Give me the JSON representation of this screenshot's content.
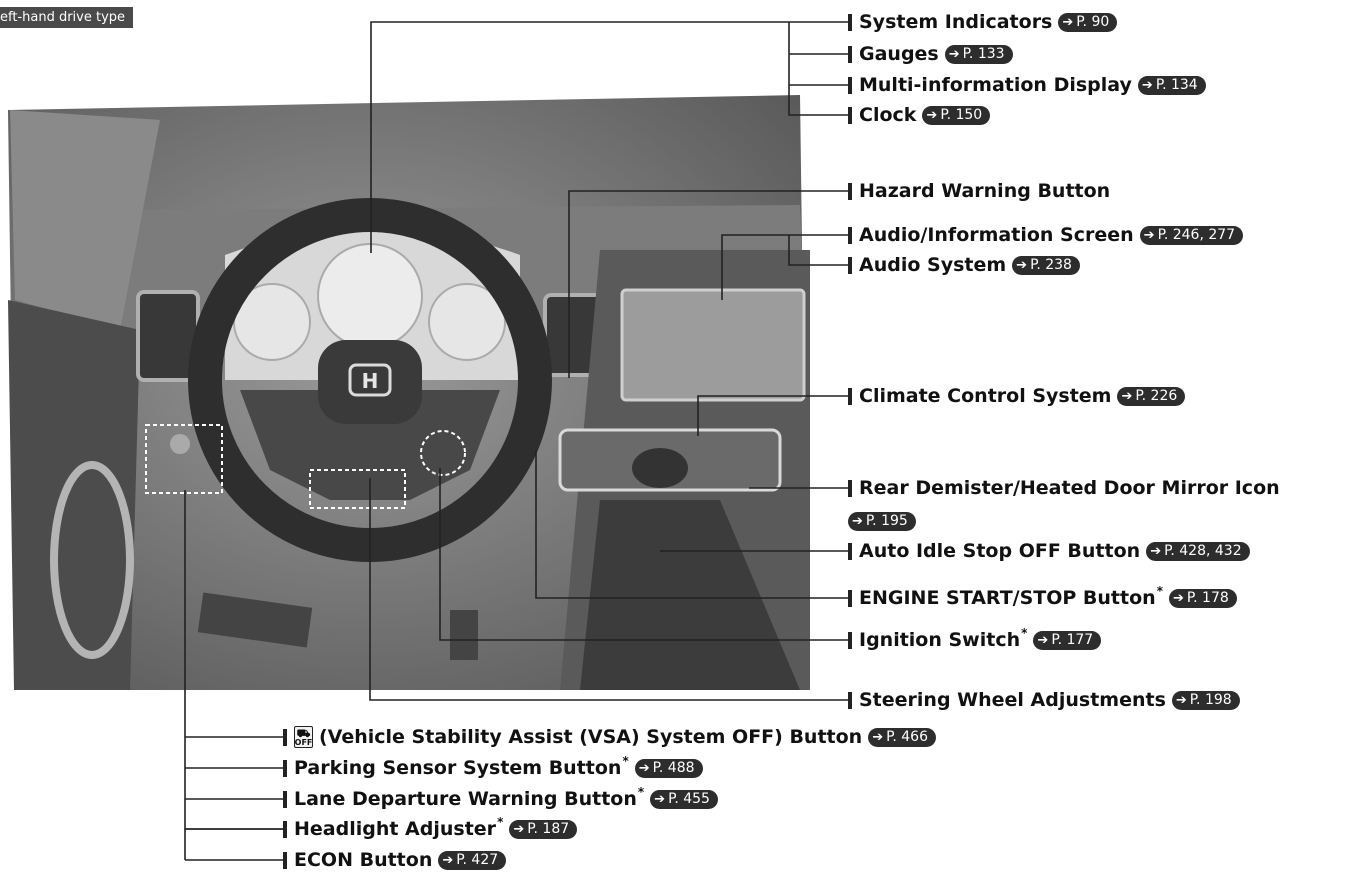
{
  "header_tag": "eft-hand drive type",
  "vehicle": {
    "badge_text": "H"
  },
  "callouts": [
    {
      "label": "System Indicators",
      "ref": "P. 90"
    },
    {
      "label": "Gauges",
      "ref": "P. 133"
    },
    {
      "label": "Multi-information Display",
      "ref": "P. 134"
    },
    {
      "label": "Clock",
      "ref": "P. 150"
    },
    {
      "label": "Hazard Warning Button",
      "ref": ""
    },
    {
      "label": "Audio/Information Screen",
      "ref": "P. 246, 277"
    },
    {
      "label": "Audio System",
      "ref": "P. 238"
    },
    {
      "label": "Climate Control System",
      "ref": "P. 226"
    },
    {
      "label": "Rear Demister/Heated Door Mirror Icon",
      "ref": "P. 195"
    },
    {
      "label": "Auto Idle Stop OFF Button",
      "ref": "P. 428, 432"
    },
    {
      "label": "ENGINE START/STOP Button",
      "star": "*",
      "ref": "P. 178"
    },
    {
      "label": "Ignition Switch",
      "star": "*",
      "ref": "P. 177"
    },
    {
      "label": "Steering Wheel Adjustments",
      "ref": "P. 198"
    },
    {
      "label": "(Vehicle Stability Assist (VSA) System OFF) Button",
      "icon_text": "OFF",
      "ref": "P. 466"
    },
    {
      "label": "Parking Sensor System Button",
      "star": "*",
      "ref": "P. 488"
    },
    {
      "label": "Lane Departure Warning Button",
      "star": "*",
      "ref": "P. 455"
    },
    {
      "label": "Headlight Adjuster",
      "star": "*",
      "ref": "P. 187"
    },
    {
      "label": "ECON Button",
      "ref": "P. 427"
    }
  ]
}
